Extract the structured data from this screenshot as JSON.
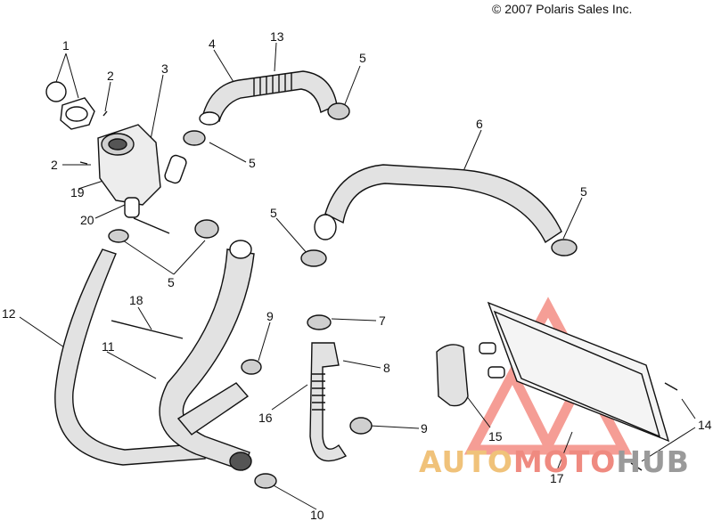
{
  "copyright": "© 2007 Polaris Sales Inc.",
  "watermark": {
    "part1": "AUTO",
    "part2": "MOTO",
    "part3": "HUB",
    "colors": {
      "auto": "#f0c27a",
      "moto": "#ef8a80",
      "hub": "#9a9a9a",
      "triangle": "#f06a5e"
    }
  },
  "callouts": {
    "c1": "1",
    "c2a": "2",
    "c2b": "2",
    "c3": "3",
    "c4": "4",
    "c5a": "5",
    "c5b": "5",
    "c5c": "5",
    "c5d": "5",
    "c5e": "5",
    "c6": "6",
    "c7": "7",
    "c8": "8",
    "c9a": "9",
    "c9b": "9",
    "c10": "10",
    "c11": "11",
    "c12": "12",
    "c13": "13",
    "c14": "14",
    "c15": "15",
    "c16": "16",
    "c17": "17",
    "c18": "18",
    "c19": "19",
    "c20": "20"
  }
}
